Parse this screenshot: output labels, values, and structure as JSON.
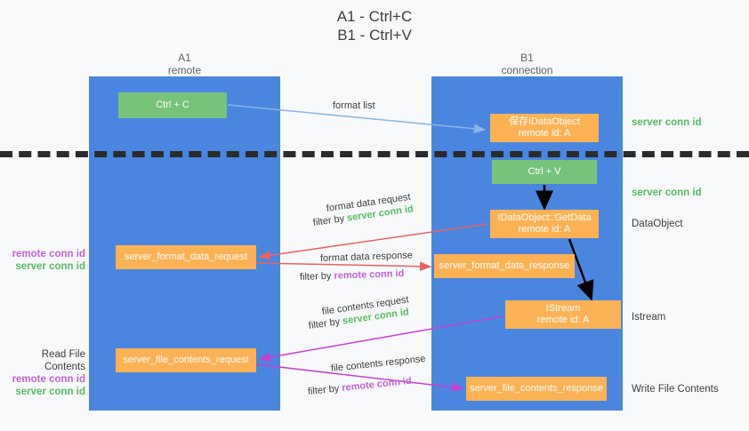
{
  "title": "A1 - Ctrl+C\nB1 - Ctrl+V",
  "columns": {
    "left": "A1\nremote",
    "right": "B1\nconnection"
  },
  "colors": {
    "lane": "#4a86e0",
    "green_node": "#78c37c",
    "orange_node": "#fbb254",
    "server_conn_id": "#57bb63",
    "remote_conn_id": "#c264d6",
    "format_list_arrow": "#8ab4e8",
    "format_data_arrow": "#e8635f",
    "file_contents_arrow": "#c83fd0",
    "vertical_arrow": "#000000",
    "divider": "#2b2b2b",
    "background": "#f8f9fa"
  },
  "nodes": {
    "ctrl_c": {
      "label": "Ctrl + C"
    },
    "save_idataobject": {
      "label": "保存IDataObject",
      "sub": "remote id: A"
    },
    "ctrl_v": {
      "label": "Ctrl + V"
    },
    "getdata": {
      "label": "IDataObject::GetData",
      "sub": "remote id: A"
    },
    "server_format_data_request": {
      "label": "server_format_data_request"
    },
    "server_format_data_response": {
      "label": "server_format_data_response"
    },
    "istream": {
      "label": "IStream",
      "sub": "remote id: A"
    },
    "server_file_contents_request": {
      "label": "server_file_contents_request"
    },
    "server_file_contents_response": {
      "label": "server_file_contents_response"
    }
  },
  "edge_labels": {
    "format_list": "format list",
    "format_data_request": "format data request",
    "format_data_request_filter_prefix": "filter by ",
    "format_data_request_filter_value": "server conn id",
    "format_data_response": "format data response",
    "format_data_response_filter_prefix": "filter by ",
    "format_data_response_filter_value": "remote conn id",
    "file_contents_request": "file contents request",
    "file_contents_request_filter_prefix": "filter by ",
    "file_contents_request_filter_value": "server conn id",
    "file_contents_response": "file contents response",
    "file_contents_response_filter_prefix": "filter by ",
    "file_contents_response_filter_value": "remote conn id"
  },
  "right_annotations": {
    "server_conn_id_top": "server conn id",
    "server_conn_id_mid": "server conn id",
    "dataobject": "DataObject",
    "istream": "Istream",
    "write_file_contents": "Write File Contents"
  },
  "left_annotations": {
    "middle": {
      "remote": "remote conn id",
      "server": "server conn id"
    },
    "bottom": {
      "title": "Read File Contents",
      "remote": "remote conn id",
      "server": "server conn id"
    }
  }
}
